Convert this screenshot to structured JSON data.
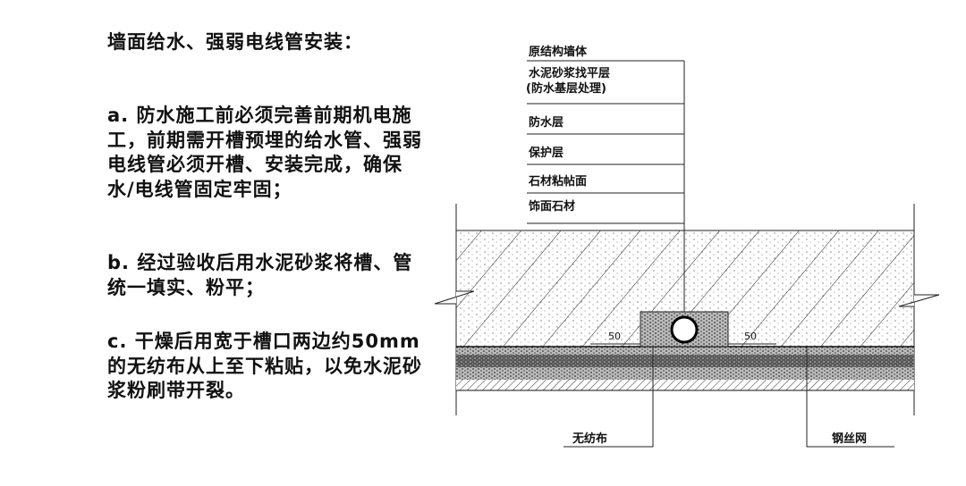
{
  "text": {
    "title": "墙面给水、强弱电线管安装：",
    "step_a": "a. 防水施工前必须完善前期机电施工，前期需开槽预埋的给水管、强弱电线管必须开槽、安装完成，确保水/电线管固定牢固；",
    "step_b": "b. 经过验收后用水泥砂浆将槽、管统一填实、粉平；",
    "step_c": "c. 干燥后用宽于槽口两边约50mm的无纺布从上至下粘贴，以免水泥砂浆粉刷带开裂。"
  },
  "diagram": {
    "layers": [
      "原结构墙体",
      "水泥砂浆找平层",
      "(防水基层处理)",
      "防水层",
      "保护层",
      "石材粘帖面",
      "饰面石材"
    ],
    "dim_left": "50",
    "dim_right": "50",
    "callout_left": "无纺布",
    "callout_right": "钢丝网"
  }
}
